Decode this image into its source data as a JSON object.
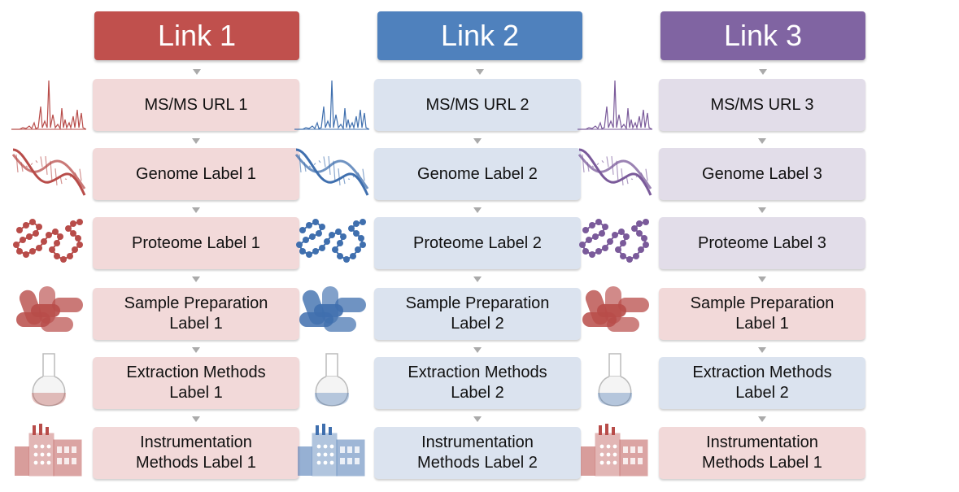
{
  "columns": [
    {
      "id": "link1",
      "header": "Link 1",
      "color": "#c0504d",
      "icon_color": "#b84c49",
      "rows": [
        {
          "text": "MS/MS URL 1",
          "fill": "red"
        },
        {
          "text": "Genome Label 1",
          "fill": "red"
        },
        {
          "text": "Proteome Label 1",
          "fill": "red"
        },
        {
          "text": "Sample Preparation Label 1",
          "fill": "red"
        },
        {
          "text": "Extraction Methods Label 1",
          "fill": "red"
        },
        {
          "text": "Instrumentation Methods Label 1",
          "fill": "red"
        }
      ],
      "icon_fills": [
        "red",
        "red",
        "red",
        "red",
        "red",
        "red"
      ]
    },
    {
      "id": "link2",
      "header": "Link 2",
      "color": "#4f81bd",
      "icon_color": "#3f6fae",
      "rows": [
        {
          "text": "MS/MS URL 2",
          "fill": "blue"
        },
        {
          "text": "Genome Label 2",
          "fill": "blue"
        },
        {
          "text": "Proteome Label 2",
          "fill": "blue"
        },
        {
          "text": "Sample Preparation Label 2",
          "fill": "blue"
        },
        {
          "text": "Extraction Methods Label 2",
          "fill": "blue"
        },
        {
          "text": "Instrumentation Methods Label 2",
          "fill": "blue"
        }
      ],
      "icon_fills": [
        "blue",
        "blue",
        "blue",
        "blue",
        "blue",
        "blue"
      ]
    },
    {
      "id": "link3",
      "header": "Link 3",
      "color": "#8064a2",
      "icon_color": "#7a5a9a",
      "rows": [
        {
          "text": "MS/MS URL 3",
          "fill": "purple"
        },
        {
          "text": "Genome Label 3",
          "fill": "purple"
        },
        {
          "text": "Proteome Label 3",
          "fill": "purple"
        },
        {
          "text": "Sample Preparation Label 1",
          "fill": "red"
        },
        {
          "text": "Extraction Methods Label 2",
          "fill": "blue"
        },
        {
          "text": "Instrumentation Methods Label 1",
          "fill": "red"
        }
      ],
      "icon_fills": [
        "purple",
        "purple",
        "purple",
        "red",
        "blue",
        "red"
      ]
    }
  ],
  "row_icons": [
    "spectrum-icon",
    "dna-helix-icon",
    "protein-chain-icon",
    "bacteria-cells-icon",
    "flask-icon",
    "lab-instrument-icon"
  ],
  "palette": {
    "red": "#b84c49",
    "blue": "#3f6fae",
    "purple": "#7a5a9a"
  }
}
